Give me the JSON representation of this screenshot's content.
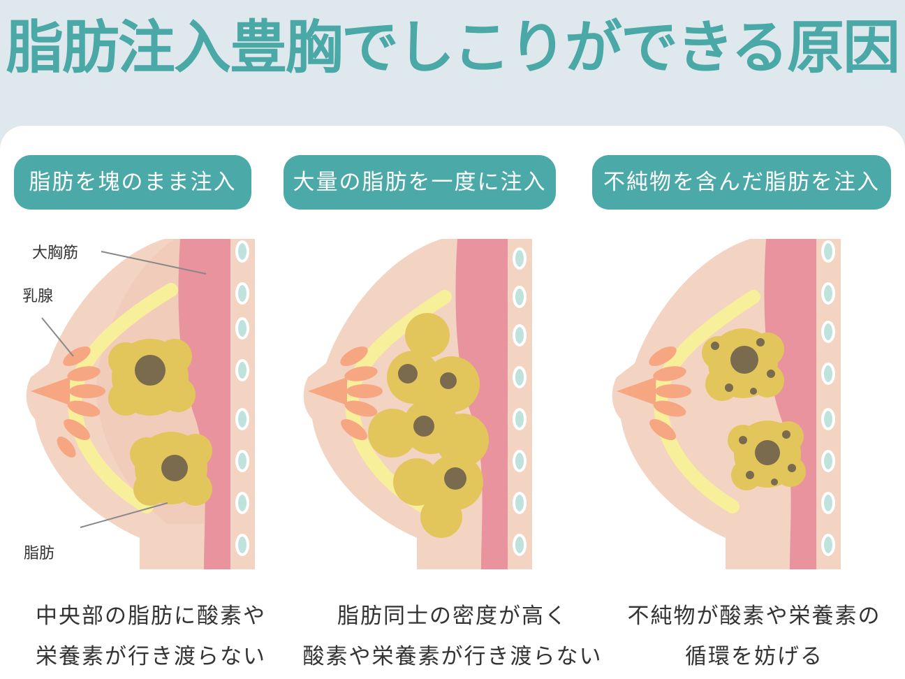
{
  "title": "脂肪注入豊胸でしこりができる原因",
  "panels": [
    {
      "heading": "脂肪を塊のまま注入",
      "caption_line1": "中央部の脂肪に酸素や",
      "caption_line2": "栄養素が行き渡らない"
    },
    {
      "heading": "大量の脂肪を一度に注入",
      "caption_line1": "脂肪同士の密度が高く",
      "caption_line2": "酸素や栄養素が行き渡らない"
    },
    {
      "heading": "不純物を含んだ脂肪を注入",
      "caption_line1": "不純物が酸素や栄養素の",
      "caption_line2": "循環を妨げる"
    }
  ],
  "labels": {
    "pectoralis": "大胸筋",
    "mammary_gland": "乳腺",
    "fat": "脂肪"
  },
  "colors": {
    "teal": "#4ba9a8",
    "skin": "#f3d3c2",
    "muscle": "#e9939e",
    "gland": "#f6a782",
    "fat_yellow": "#e2c65c",
    "necrosis": "#7a6a4e",
    "rib_fill": "#bfe3dc"
  }
}
